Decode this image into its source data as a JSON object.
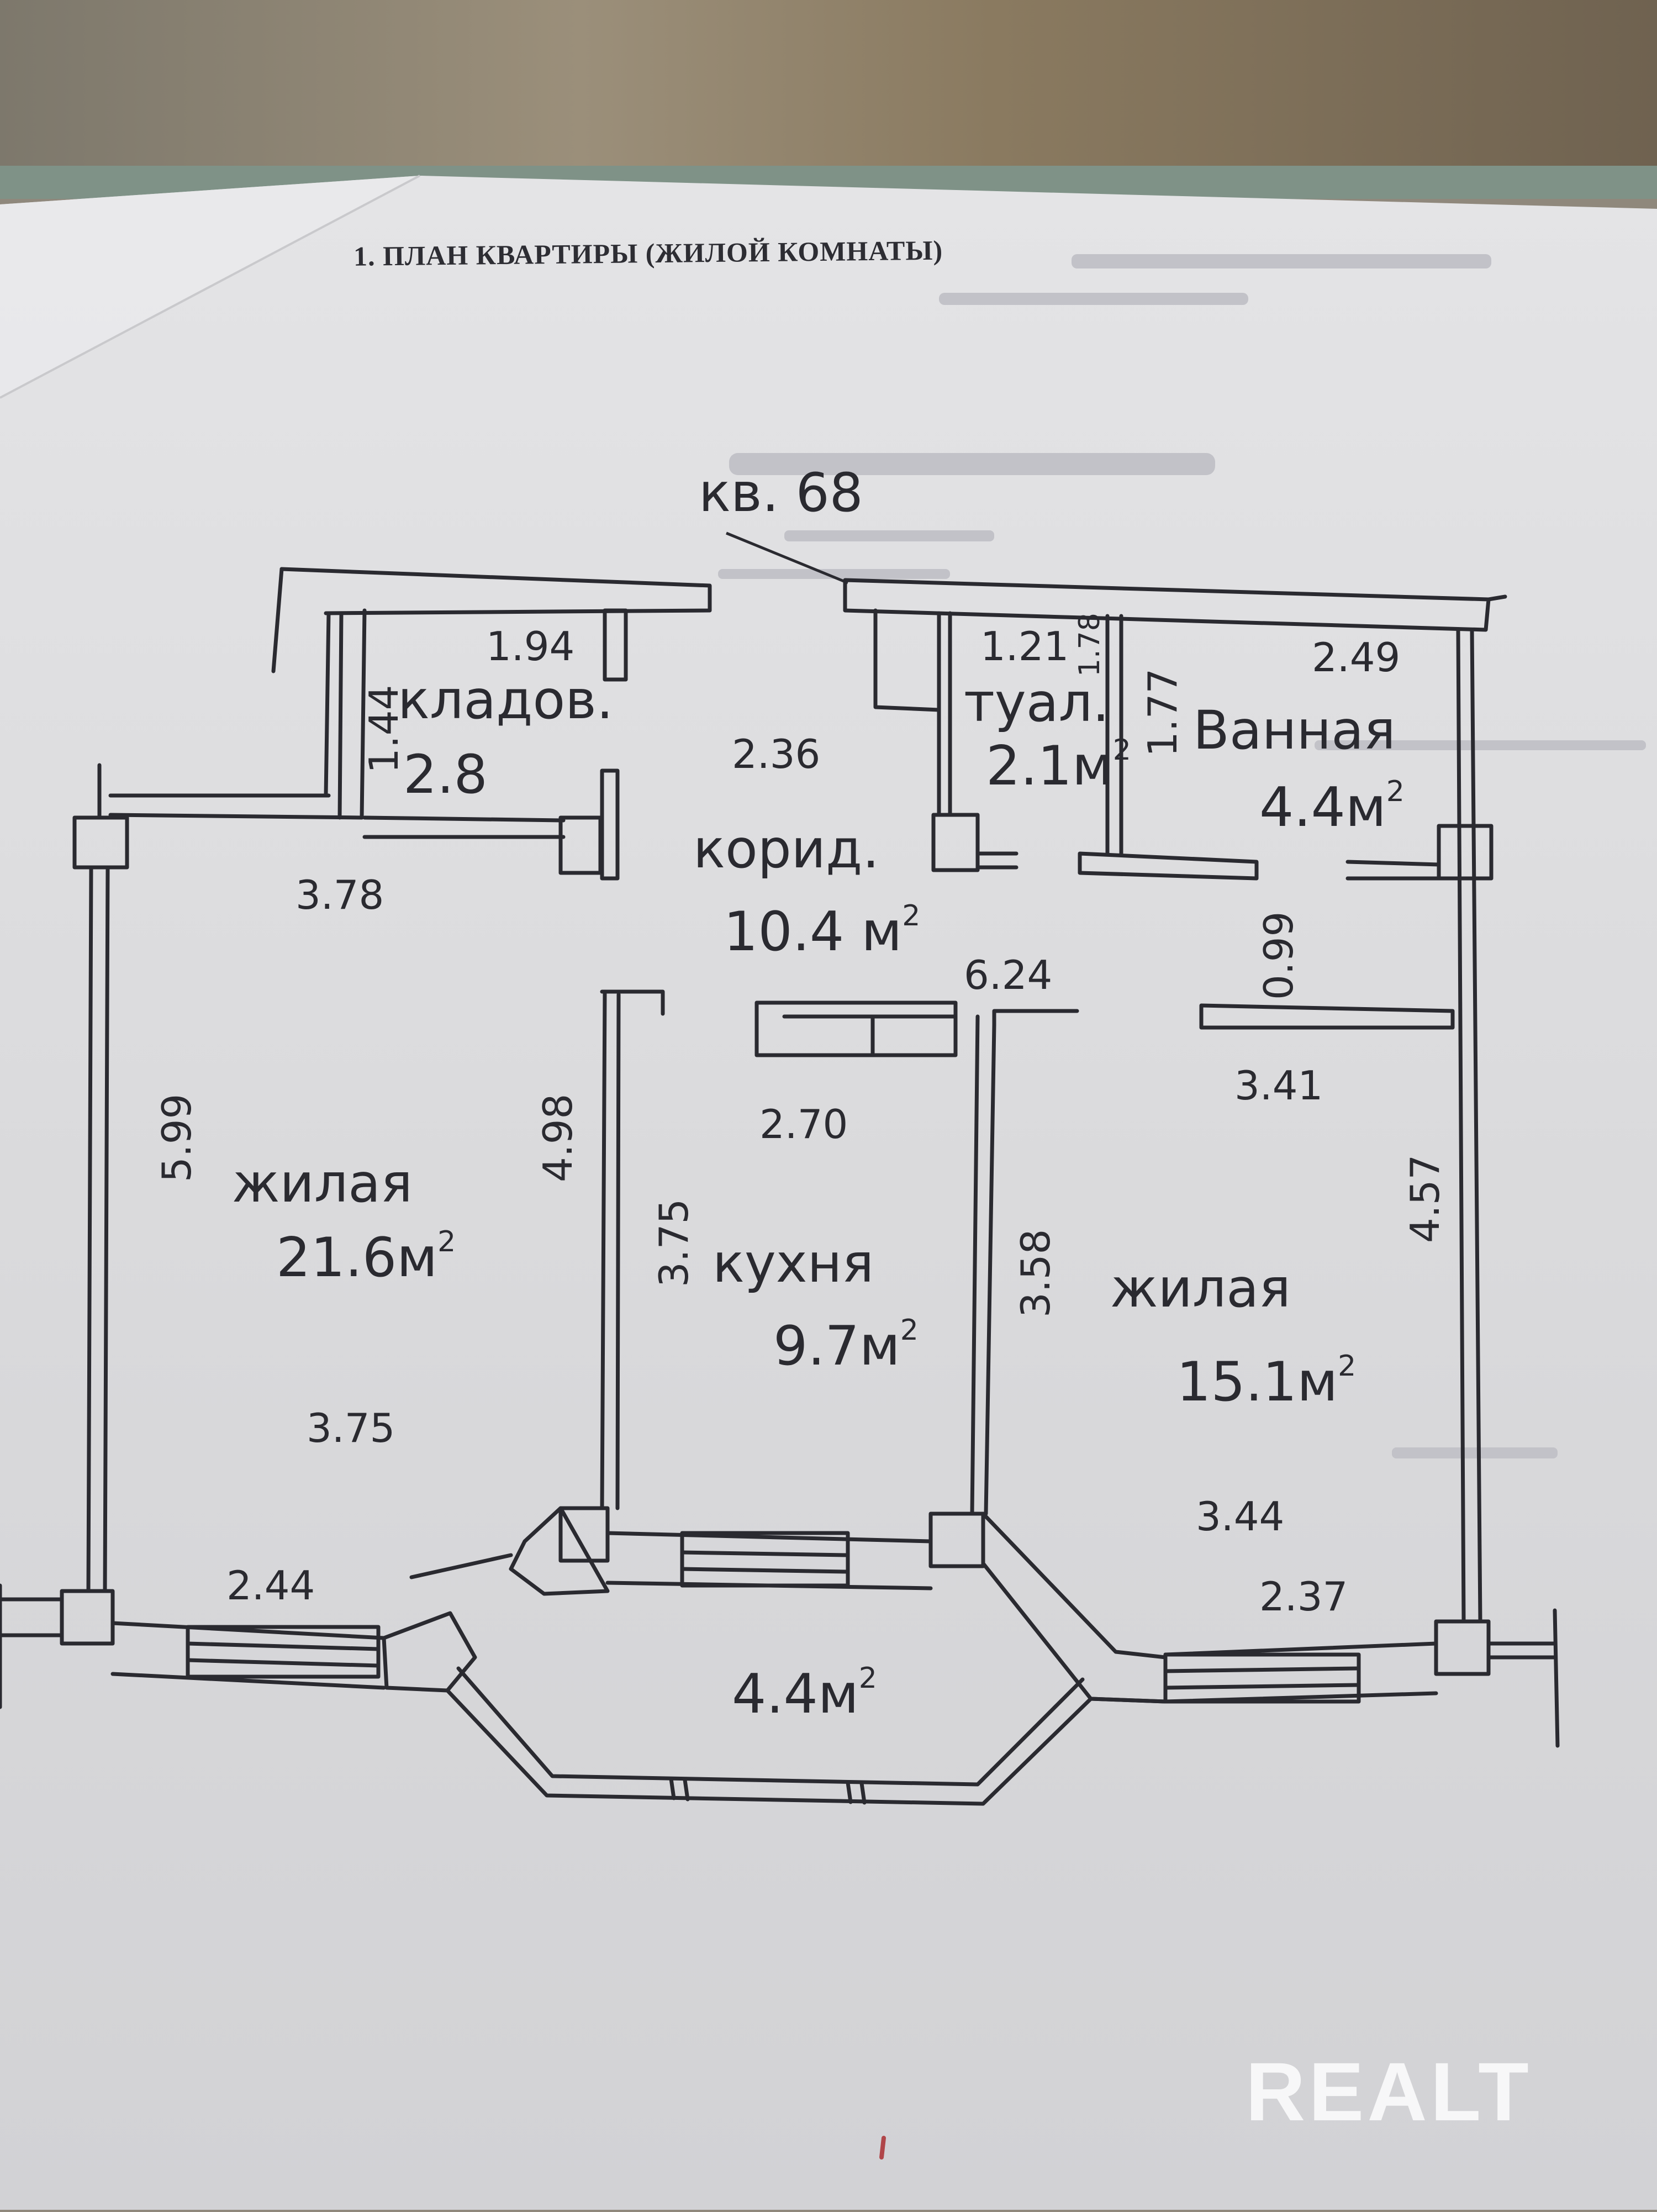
{
  "document": {
    "title": "1. ПЛАН КВАРТИРЫ (ЖИЛОЙ КОМНАТЫ)",
    "apartment_label": "кв. 68"
  },
  "rooms": {
    "storage": {
      "name": "кладов.",
      "area": "2.8"
    },
    "corridor": {
      "name": "корид.",
      "area": "10.4",
      "unit": "м",
      "sup": "2"
    },
    "toilet": {
      "name": "туал.",
      "area": "2.1",
      "unit": "м",
      "sup": "2"
    },
    "bathroom": {
      "name": "Ванная",
      "area": "4.4",
      "unit": "м",
      "sup": "2"
    },
    "living_left": {
      "name": "жилая",
      "area": "21.6",
      "unit": "м",
      "sup": "2"
    },
    "kitchen": {
      "name": "кухня",
      "area": "9.7",
      "unit": "м",
      "sup": "2"
    },
    "living_right": {
      "name": "жилая",
      "area": "15.1",
      "unit": "м",
      "sup": "2"
    },
    "loggia": {
      "area": "4.4",
      "unit": "м",
      "sup": "2"
    }
  },
  "dimensions": {
    "storage_width": "1.94",
    "storage_depth": "1.44",
    "corridor_width": "2.36",
    "toilet_width": "1.21",
    "toilet_depth": "1.78",
    "bath_depth": "1.77",
    "bath_width": "2.49",
    "living_left_top": "3.78",
    "corridor_length": "6.24",
    "hall_width": "0.99",
    "kitchen_width": "2.70",
    "living_right_top": "3.41",
    "living_left_height": "5.99",
    "kitchen_left_wall": "4.98",
    "kitchen_depth_left": "3.75",
    "kitchen_depth_right": "3.58",
    "living_right_height": "4.57",
    "living_left_bottom": "3.75",
    "living_right_bottom": "3.44",
    "loggia_left": "2.44",
    "loggia_right": "2.37"
  },
  "watermark": {
    "text": "REALT"
  },
  "colors": {
    "paper": "#dcdcde",
    "ink": "#2a2a30",
    "background_wall": "#8f887c"
  }
}
